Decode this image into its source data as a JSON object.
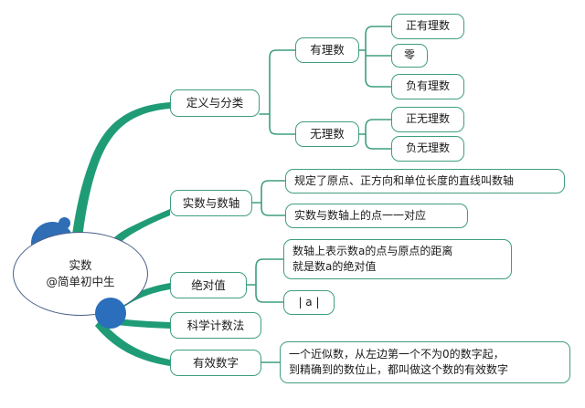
{
  "diagram": {
    "title": "实数",
    "subtitle": "@简单初中生",
    "theme": {
      "branch_color": "#1f9c76",
      "node_border": "#3f9d80",
      "bubble_color": "#2f6eb5",
      "root_border": "#4a5f8a",
      "background": "#ffffff",
      "text_color": "#1a1a1a"
    },
    "root": {
      "label_line1": "实数",
      "label_line2": "@简单初中生"
    },
    "branches": [
      {
        "id": "definition",
        "label": "定义与分类",
        "children": [
          {
            "id": "rational",
            "label": "有理数",
            "children": [
              {
                "id": "positive-rational",
                "label": "正有理数"
              },
              {
                "id": "zero",
                "label": "零"
              },
              {
                "id": "negative-rational",
                "label": "负有理数"
              }
            ]
          },
          {
            "id": "irrational",
            "label": "无理数",
            "children": [
              {
                "id": "positive-irrational",
                "label": "正无理数"
              },
              {
                "id": "negative-irrational",
                "label": "负无理数"
              }
            ]
          }
        ]
      },
      {
        "id": "number-line",
        "label": "实数与数轴",
        "children": [
          {
            "id": "number-line-def",
            "label": "规定了原点、正方向和单位长度的直线叫数轴"
          },
          {
            "id": "number-line-corr",
            "label": "实数与数轴上的点一一对应"
          }
        ]
      },
      {
        "id": "absolute-value",
        "label": "绝对值",
        "children": [
          {
            "id": "abs-def",
            "label": "数轴上表示数a的点与原点的距离\n就是数a的绝对值"
          },
          {
            "id": "abs-notation",
            "label": "| a |"
          }
        ]
      },
      {
        "id": "scientific-notation",
        "label": "科学计数法",
        "children": []
      },
      {
        "id": "significant-figures",
        "label": "有效数字",
        "children": [
          {
            "id": "sig-fig-def",
            "label": "一个近似数，从左边第一个不为0的数字起，\n到精确到的数位止，都叫做这个数的有效数字"
          }
        ]
      }
    ]
  }
}
